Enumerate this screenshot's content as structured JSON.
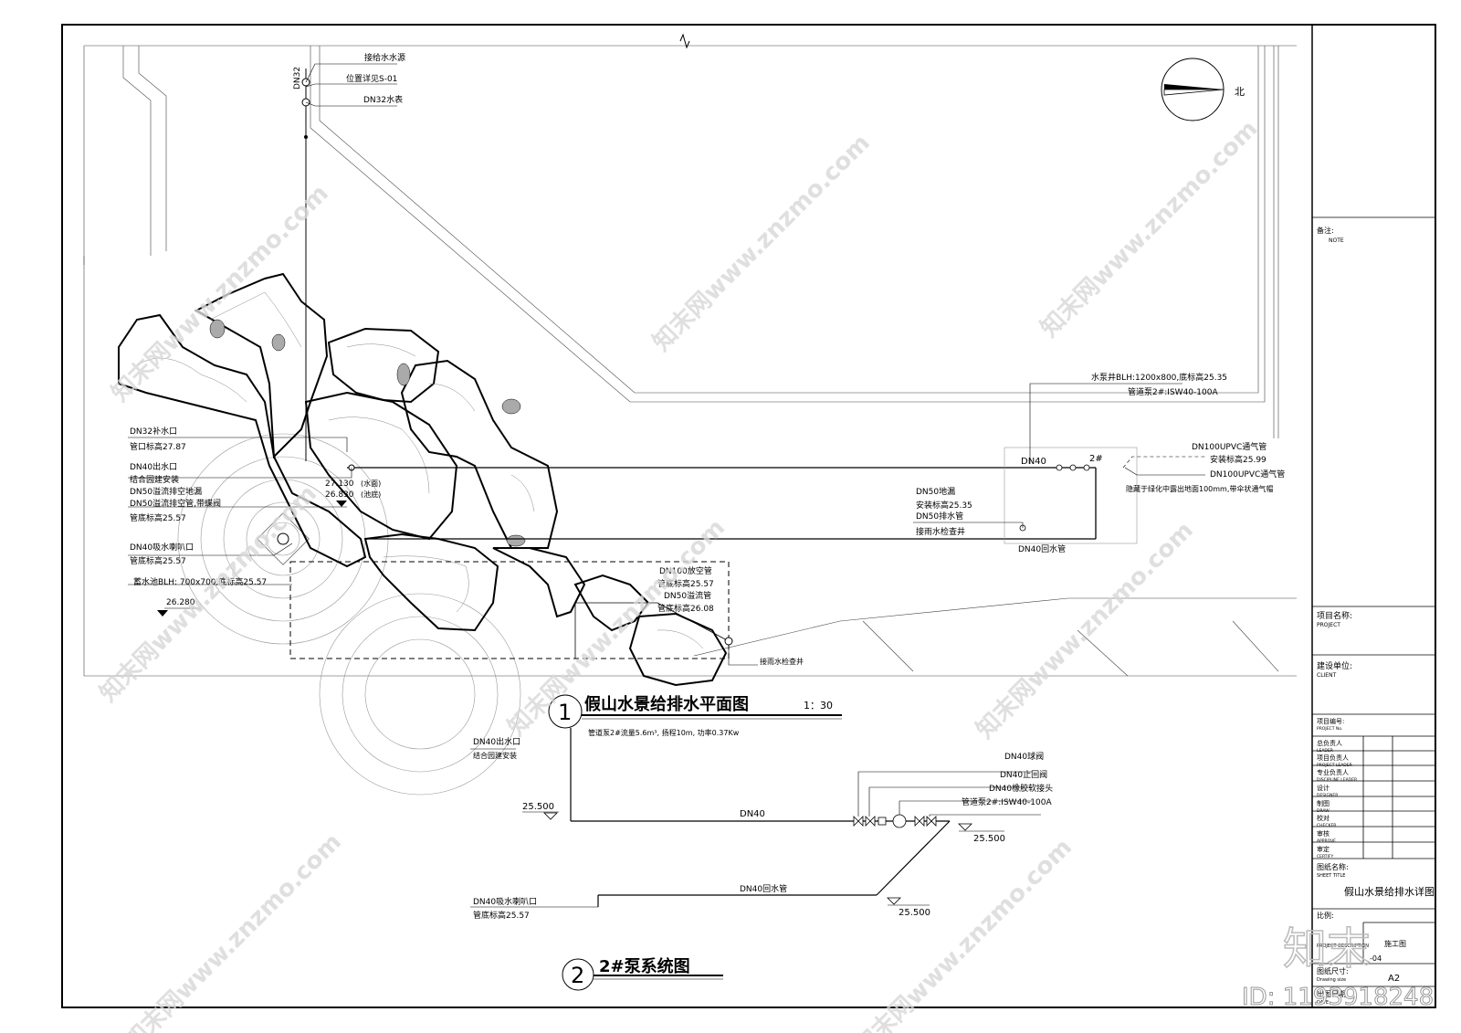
{
  "plan": {
    "title": "假山水景给排水平面图",
    "number": "1",
    "scale": "1：30",
    "north": "北",
    "supply": {
      "l1": "接给水水源",
      "l2": "位置详见S-01",
      "l3": "DN32水表",
      "pipe": "DN32"
    },
    "left_labels": {
      "dn32_in": "DN32补水口",
      "dn32_in_elev": "管口标高27.87",
      "dn40_out": "DN40出水口",
      "dn40_out_note": "结合园建安装",
      "dn50_drain": "DN50溢流排空地漏",
      "dn50_pipe": "DN50溢流排空管,带蝶阀",
      "dn50_pipe_elev": "管底标高25.57",
      "dn40_suck": "DN40吸水喇叭口",
      "dn40_suck_elev": "管底标高25.57",
      "tank": "蓄水池BLH: 700x700,底标高25.57",
      "elev_low": "26.280"
    },
    "pond_elev": {
      "top": "27.130",
      "bottom": "26.830",
      "top_note": "(水面)",
      "bottom_note": "(池底)"
    },
    "pump_pit": {
      "l1": "水泵井BLH:1200x800,底标高25.35",
      "l2": "管道泵2#:ISW40-100A"
    },
    "vent": {
      "l1": "DN100UPVC通气管",
      "l2": "安装标高25.99",
      "l3": "DN100UPVC通气管",
      "l4": "隐藏于绿化中露出地面100mm,带伞状通气帽"
    },
    "floor_drain": {
      "l1": "DN50地漏",
      "l2": "安装标高25.35",
      "l3": "DN50排水管",
      "l4": "接雨水检查井"
    },
    "pipe_labels": {
      "dn40": "DN40",
      "pump": "2#",
      "return": "DN40回水管"
    },
    "bottom_labels": {
      "l1": "DN100放空管",
      "l2": "管底标高25.57",
      "l3": "DN50溢流管",
      "l4": "管底标高26.08",
      "l5": "接雨水检查井"
    }
  },
  "system": {
    "title": "2#泵系统图",
    "number": "2",
    "pump_spec": "管道泵2#流量5.6m³, 扬程10m, 功率0.37Kw",
    "out": "DN40出水口",
    "out_note": "结合园建安装",
    "elev1": "25.500",
    "elev2": "25.500",
    "elev3": "25.500",
    "pipe": "DN40",
    "ret": "DN40回水管",
    "suck": "DN40吸水喇叭口",
    "suck_elev": "管底标高25.57",
    "c1": "DN40球阀",
    "c2": "DN40止回阀",
    "c3": "DN40橡胶软接头",
    "c4": "管道泵2#:ISW40-100A"
  },
  "titleblock": {
    "note_cn": "备注:",
    "note_en": "NOTE",
    "project_cn": "项目名称:",
    "project_en": "PROJECT",
    "client_cn": "建设单位:",
    "client_en": "CLIENT",
    "rows": [
      {
        "cn": "项目编号:",
        "en": "PROJECT No."
      },
      {
        "cn": "总负责人",
        "en": "LEADER"
      },
      {
        "cn": "项目负责人",
        "en": "PROJECT LEADER"
      },
      {
        "cn": "专业负责人",
        "en": "DISCIPLINE LEADER"
      },
      {
        "cn": "设计",
        "en": "DESIGNER"
      },
      {
        "cn": "制图",
        "en": "DRAW"
      },
      {
        "cn": "校对",
        "en": "CHECKER"
      },
      {
        "cn": "审核",
        "en": "APPROVE"
      },
      {
        "cn": "审定",
        "en": "CERTIFY"
      }
    ],
    "sheet_cn": "图纸名称:",
    "sheet_en": "SHEET TITLE",
    "sheet_title": "假山水景给排水详图",
    "scale_cn": "比例:",
    "desc_cn": "PROJECT DESCRIPTION",
    "stage": "施工图",
    "sheet_no": "-04",
    "size_cn": "图纸尺寸:",
    "size_en": "Drawing size",
    "size": "A2",
    "date_cn": "出图日期",
    "date_en": "DATE"
  },
  "watermark": {
    "text": "知末网www.znzmo.com",
    "brand": "知末",
    "id": "ID: 1193918248"
  }
}
